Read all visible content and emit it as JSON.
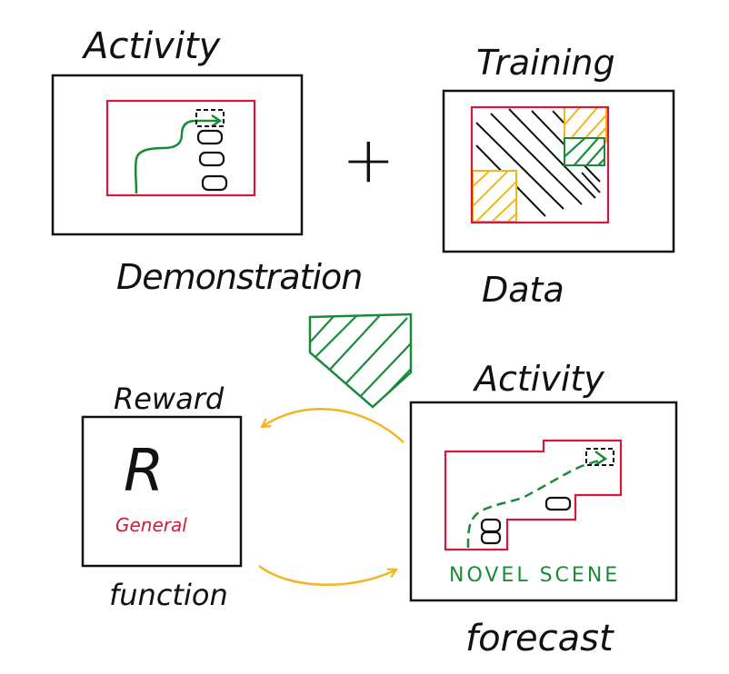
{
  "labels": {
    "activity_top": "Activity",
    "demonstration": "Demonstration",
    "training": "Training",
    "data": "Data",
    "plus": "+",
    "reward": "Reward",
    "reward_symbol": "R",
    "general": "General",
    "function": "function",
    "activity_bottom": "Activity",
    "novel_scene": "NOVEL SCENE",
    "forecast": "forecast"
  },
  "colors": {
    "ink": "#111111",
    "red": "#d41a3a",
    "green": "#1a8a3a",
    "yellow": "#f2b51e",
    "background": "#ffffff"
  }
}
